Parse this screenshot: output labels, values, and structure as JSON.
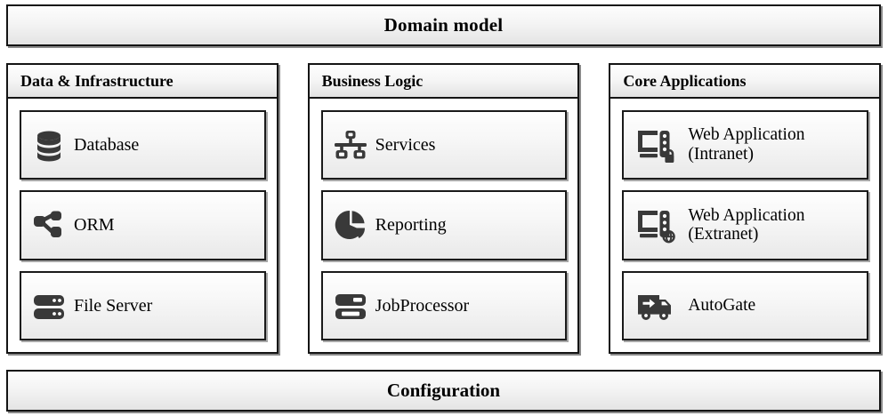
{
  "banner": {
    "title": "Domain model"
  },
  "footer": {
    "title": "Configuration"
  },
  "columns": [
    {
      "id": "data-infrastructure",
      "header": "Data & Infrastructure",
      "items": [
        {
          "id": "database",
          "label": "Database",
          "icon": "database-icon"
        },
        {
          "id": "orm",
          "label": "ORM",
          "icon": "orm-node-graph-icon"
        },
        {
          "id": "file-server",
          "label": "File Server",
          "icon": "file-server-icon"
        }
      ]
    },
    {
      "id": "business-logic",
      "header": "Business Logic",
      "items": [
        {
          "id": "services",
          "label": "Services",
          "icon": "sitemap-network-icon"
        },
        {
          "id": "reporting",
          "label": "Reporting",
          "icon": "pie-chart-icon"
        },
        {
          "id": "jobprocessor",
          "label": "JobProcessor",
          "icon": "server-rack-icon"
        }
      ]
    },
    {
      "id": "core-applications",
      "header": "Core Applications",
      "items": [
        {
          "id": "web-application-intranet",
          "label": "Web Application\n(Intranet)",
          "icon": "desktop-computer-lock-icon"
        },
        {
          "id": "web-application-extranet",
          "label": "Web Application\n(Extranet)",
          "icon": "desktop-computer-globe-icon"
        },
        {
          "id": "autogate",
          "label": "AutoGate",
          "icon": "delivery-truck-arrow-icon"
        }
      ]
    }
  ],
  "colors": {
    "border": "#141414",
    "icon": "#393939",
    "panel_bg": "#ffffff",
    "gradient_top": "#fefefe",
    "gradient_bottom": "#e4e4e4"
  }
}
